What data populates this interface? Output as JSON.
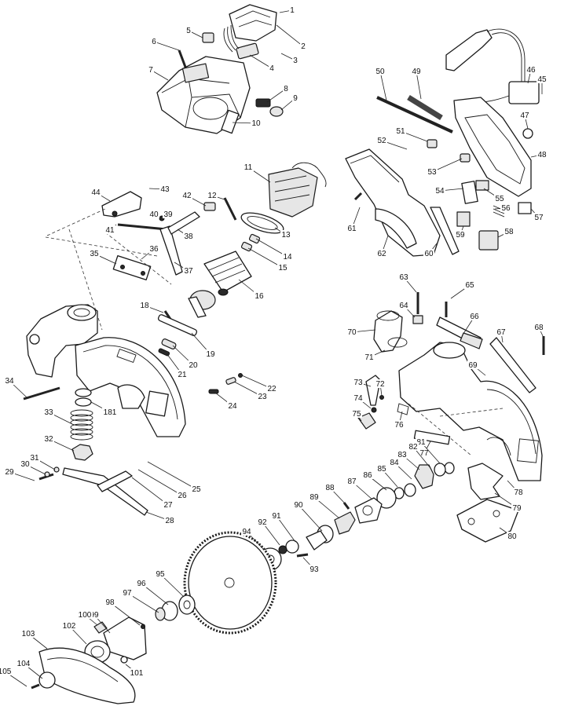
{
  "parts": [
    {
      "label": "1"
    },
    {
      "label": "2"
    },
    {
      "label": "3"
    },
    {
      "label": "4"
    },
    {
      "label": "5"
    },
    {
      "label": "6"
    },
    {
      "label": "7"
    },
    {
      "label": "8"
    },
    {
      "label": "9"
    },
    {
      "label": "10"
    },
    {
      "label": "11"
    },
    {
      "label": "12"
    },
    {
      "label": "13"
    },
    {
      "label": "14"
    },
    {
      "label": "15"
    },
    {
      "label": "16"
    },
    {
      "label": "18"
    },
    {
      "label": "19"
    },
    {
      "label": "20"
    },
    {
      "label": "21"
    },
    {
      "label": "22"
    },
    {
      "label": "23"
    },
    {
      "label": "24"
    },
    {
      "label": "25"
    },
    {
      "label": "26"
    },
    {
      "label": "27"
    },
    {
      "label": "28"
    },
    {
      "label": "29"
    },
    {
      "label": "30"
    },
    {
      "label": "31"
    },
    {
      "label": "32"
    },
    {
      "label": "33"
    },
    {
      "label": "34"
    },
    {
      "label": "35"
    },
    {
      "label": "36"
    },
    {
      "label": "37"
    },
    {
      "label": "38"
    },
    {
      "label": "39"
    },
    {
      "label": "40"
    },
    {
      "label": "41"
    },
    {
      "label": "42"
    },
    {
      "label": "43"
    },
    {
      "label": "44"
    },
    {
      "label": "45"
    },
    {
      "label": "46"
    },
    {
      "label": "47"
    },
    {
      "label": "48"
    },
    {
      "label": "49"
    },
    {
      "label": "50"
    },
    {
      "label": "51"
    },
    {
      "label": "52"
    },
    {
      "label": "53"
    },
    {
      "label": "54"
    },
    {
      "label": "55"
    },
    {
      "label": "56"
    },
    {
      "label": "57"
    },
    {
      "label": "58"
    },
    {
      "label": "59"
    },
    {
      "label": "60"
    },
    {
      "label": "61"
    },
    {
      "label": "62"
    },
    {
      "label": "63"
    },
    {
      "label": "64"
    },
    {
      "label": "65"
    },
    {
      "label": "66"
    },
    {
      "label": "67"
    },
    {
      "label": "68"
    },
    {
      "label": "69"
    },
    {
      "label": "70"
    },
    {
      "label": "71"
    },
    {
      "label": "72"
    },
    {
      "label": "73"
    },
    {
      "label": "74"
    },
    {
      "label": "75"
    },
    {
      "label": "76"
    },
    {
      "label": "77"
    },
    {
      "label": "78"
    },
    {
      "label": "79"
    },
    {
      "label": "80"
    },
    {
      "label": "81"
    },
    {
      "label": "82"
    },
    {
      "label": "83"
    },
    {
      "label": "84"
    },
    {
      "label": "85"
    },
    {
      "label": "86"
    },
    {
      "label": "87"
    },
    {
      "label": "88"
    },
    {
      "label": "89"
    },
    {
      "label": "90"
    },
    {
      "label": "91"
    },
    {
      "label": "92"
    },
    {
      "label": "93"
    },
    {
      "label": "94"
    },
    {
      "label": "95"
    },
    {
      "label": "96"
    },
    {
      "label": "97"
    },
    {
      "label": "98"
    },
    {
      "label": "99"
    },
    {
      "label": "100"
    },
    {
      "label": "101"
    },
    {
      "label": "102"
    },
    {
      "label": "103"
    },
    {
      "label": "104"
    },
    {
      "label": "105"
    },
    {
      "label": "181"
    }
  ]
}
